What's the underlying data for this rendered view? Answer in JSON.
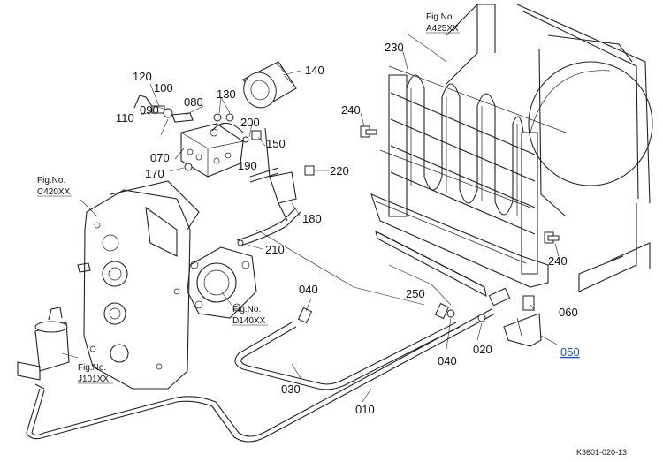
{
  "labels": {
    "p010": "010",
    "p020": "020",
    "p030": "030",
    "p040a": "040",
    "p040b": "040",
    "p050": "050",
    "p060": "060",
    "p070": "070",
    "p080": "080",
    "p090": "090",
    "p100": "100",
    "p110": "110",
    "p120": "120",
    "p130": "130",
    "p140": "140",
    "p150": "150",
    "p170": "170",
    "p180": "180",
    "p190": "190",
    "p200": "200",
    "p210": "210",
    "p220": "220",
    "p230": "230",
    "p240a": "240",
    "p240b": "240",
    "p250": "250"
  },
  "figs": {
    "a425": {
      "title": "Fig.No.",
      "code": "A425XX"
    },
    "c420": {
      "title": "Fig.No.",
      "code": "C420XX"
    },
    "d140": {
      "title": "Fig.No.",
      "code": "D140XX"
    },
    "j101": {
      "title": "Fig.No.",
      "code": "J101XX"
    }
  },
  "reference": "K3601-020-13",
  "colors": {
    "link": "#1a4fc0",
    "line": "#222222"
  }
}
